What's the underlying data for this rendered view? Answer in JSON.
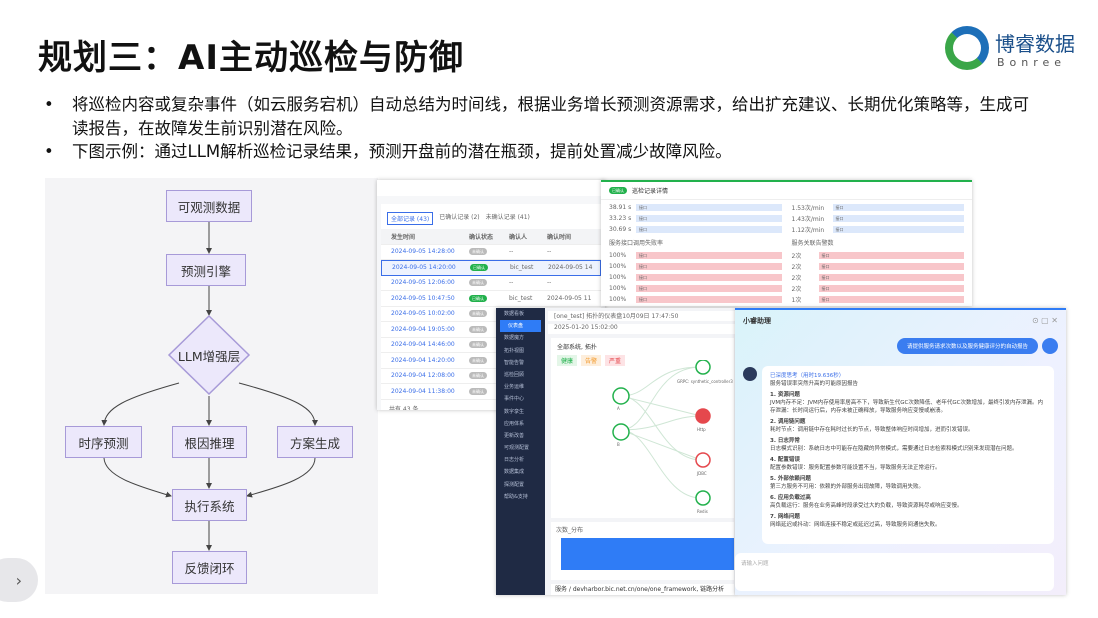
{
  "title": "规划三：AI主动巡检与防御",
  "logo": {
    "cn": "博睿数据",
    "en": "Bonree"
  },
  "bullets": [
    "将巡检内容或复杂事件（如云服务宕机）自动总结为时间线，根据业务增长预测资源需求，给出扩充建议、长期优化策略等，生成可读报告，在故障发生前识别潜在风险。",
    "下图示例：通过LLM解析巡检记录结果，预测开盘前的潜在瓶颈，提前处置减少故障风险。"
  ],
  "flow": {
    "n1": "可观测数据",
    "n2": "预测引擎",
    "n3": "LLM增强层",
    "n4": "时序预测",
    "n5": "根因推理",
    "n6": "方案生成",
    "n7": "执行系统",
    "n8": "反馈闭环"
  },
  "table": {
    "tabs": [
      "全部记录 (43)",
      "已确认记录 (2)",
      "未确认记录 (41)"
    ],
    "headers": [
      "发生时间",
      "确认状态",
      "确认人",
      "确认时间"
    ],
    "rows": [
      [
        "2024-09-05 14:28:00",
        "未确认",
        "--",
        "--"
      ],
      [
        "2024-09-05 14:20:00",
        "已确认",
        "bic_test",
        "2024-09-05 14"
      ],
      [
        "2024-09-05 12:06:00",
        "未确认",
        "--",
        "--"
      ],
      [
        "2024-09-05 10:47:50",
        "已确认",
        "bic_test",
        "2024-09-05 11"
      ],
      [
        "2024-09-05 10:02:00",
        "未确认",
        "",
        ""
      ],
      [
        "2024-09-04 19:05:00",
        "未确认",
        "",
        ""
      ],
      [
        "2024-09-04 14:46:00",
        "未确认",
        "",
        ""
      ],
      [
        "2024-09-04 14:20:00",
        "未确认",
        "",
        ""
      ],
      [
        "2024-09-04 12:08:00",
        "未确认",
        "",
        ""
      ],
      [
        "2024-09-04 11:38:00",
        "未确认",
        "",
        ""
      ]
    ],
    "total": "共有 43 条"
  },
  "detail": {
    "badge": "已确认",
    "title": "巡检记录详情",
    "sec1": "服务接口调用失败率",
    "sec2": "服务关联告警数",
    "left_vals": [
      "38.91 s",
      "33.23 s",
      "30.69 s"
    ],
    "right_vals": [
      "1.53次/min",
      "1.43次/min",
      "1.12次/min"
    ],
    "pct": [
      "100%",
      "100%",
      "100%",
      "100%",
      "100%"
    ],
    "cnt": [
      "2次",
      "2次",
      "2次",
      "2次",
      "1次"
    ],
    "tag": "接口"
  },
  "topo": {
    "menu": [
      "数据看板",
      "仪表盘",
      "数据魔方",
      "拓扑视图",
      "智能告警",
      "巡检回顾",
      "业务运维",
      "事件中心",
      "数字孪生",
      "应用体系",
      "更新改善",
      "可观测配置",
      "日志分析",
      "数据集成",
      "探测配置",
      "帮助&支持"
    ],
    "crumb": "[one_test] 拓扑的仪表盘10月09日 17:47:50",
    "time": "2025-01-20 15:02:00",
    "section": "全部系统, 拓扑",
    "legend": [
      "健康",
      "告警",
      "严重"
    ],
    "nodes": [
      "GRPC: synthetic_controller3",
      "Http",
      "JDBC",
      "Redis",
      "A",
      "B"
    ],
    "chart_title": "次数_分布",
    "footer": "服务 / devharbor.bic.net.cn/one/one_framework, 链路分析"
  },
  "chat": {
    "title": "小睿助理",
    "user_msg": "请提供服务请求次数以及服务健康评分的自动报告",
    "thinking": "已深度思考（用时19.636秒）",
    "intro": "服务错误率突然升高的可能原因报告",
    "items": [
      [
        "1. 资源问题",
        "JVM内存不足：JVM内存使用率居高不下，导致新生代GC次数降低、老年代GC次数增加，最终引发内存泄漏。内存泄漏：长时间运行后，内存未被正确释放，导致服务响应变慢或崩溃。"
      ],
      [
        "2. 调用链问题",
        "耗时节点：调用链中存在耗时过长的节点，导致整体响应时间增加，进而引发错误。"
      ],
      [
        "3. 日志异常",
        "日志模式识别：系统日志中可能存在隐藏的异常模式，需要通过日志检索和模式识别来发现潜在问题。"
      ],
      [
        "4. 配置错误",
        "配置参数错误：服务配置参数可能设置不当，导致服务无法正常运行。"
      ],
      [
        "5. 外部依赖问题",
        "第三方服务不可用：依赖的外部服务出现故障，导致调用失败。"
      ],
      [
        "6. 应用负载过高",
        "高负载运行：服务在业务高峰时段承受过大的负载，导致资源耗尽或响应变慢。"
      ],
      [
        "7. 网络问题",
        "网络延迟或抖动：网络连接不稳定或延迟过高，导致服务间通信失败。"
      ]
    ],
    "placeholder": "请输入问题"
  },
  "colors": {
    "node_fill": "#ece8fb",
    "node_border": "#a79ad8",
    "accent": "#2f7cf6",
    "ok": "#22b14c"
  }
}
